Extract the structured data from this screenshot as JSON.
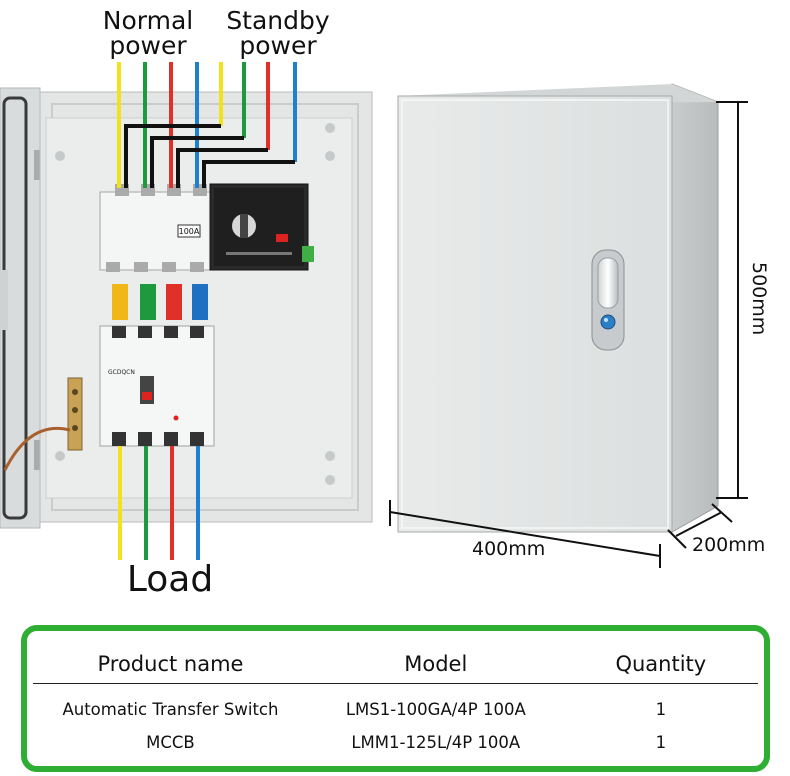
{
  "labels": {
    "normal_power": [
      "Normal",
      "power"
    ],
    "standby_power": [
      "Standby",
      "power"
    ],
    "load": "Load"
  },
  "dimensions": {
    "height": "500mm",
    "width": "400mm",
    "depth": "200mm"
  },
  "switch_panel": {
    "rating_label": "100A",
    "breaker_brand": "GCDQCN"
  },
  "table": {
    "headers": [
      "Product name",
      "Model",
      "Quantity"
    ],
    "rows": [
      {
        "name": "Automatic Transfer Switch",
        "model": "LMS1-100GA/4P 100A",
        "quantity": "1"
      },
      {
        "name": "MCCB",
        "model": "LMM1-125L/4P 100A",
        "quantity": "1"
      }
    ]
  },
  "colors": {
    "wire_yellow": "#f2e21a",
    "wire_green": "#1d9a3c",
    "wire_red": "#e0302a",
    "wire_blue": "#1f7fd0",
    "table_border": "#2eae32",
    "enclosure": "#e6e8e8"
  }
}
